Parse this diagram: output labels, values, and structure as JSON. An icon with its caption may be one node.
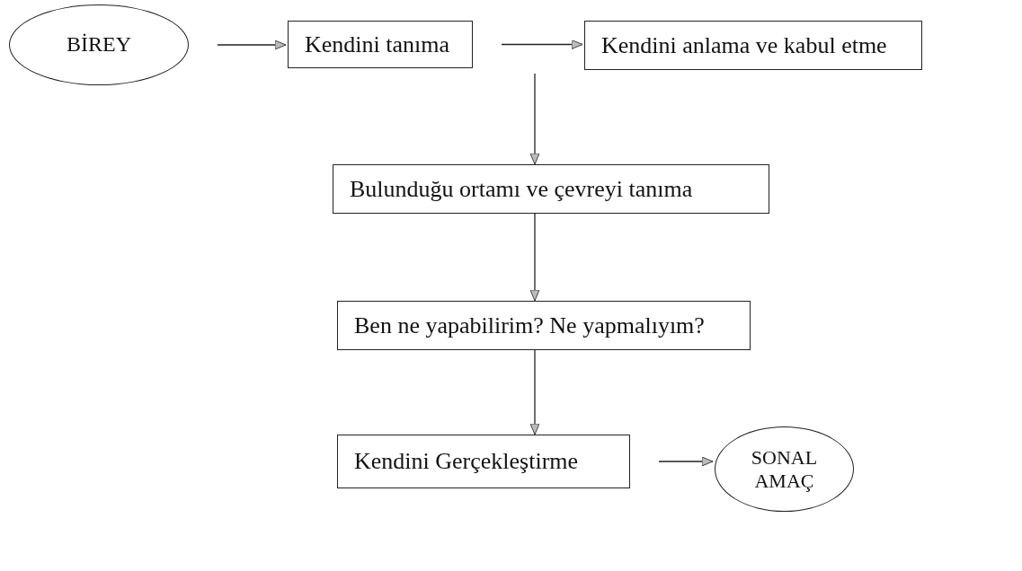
{
  "diagram": {
    "nodes": [
      {
        "text": [
          "BİREY"
        ]
      },
      {
        "text": [
          "Kendini tanıma"
        ]
      },
      {
        "text": [
          "Kendini anlama ve kabul etme"
        ]
      },
      {
        "text": [
          "Bulunduğu ortamı ve çevreyi tanıma"
        ]
      },
      {
        "text": [
          "Ben ne yapabilirim? Ne yapmalıyım?"
        ]
      },
      {
        "text": [
          "Kendini Gerçekleştirme"
        ]
      },
      {
        "text": [
          "SONAL AMAÇ"
        ]
      }
    ],
    "edges": [
      {
        "from": 0,
        "to": 1,
        "arrow": "to"
      },
      {
        "from": 1,
        "to": 2,
        "arrow": "to"
      },
      {
        "from": null,
        "to": 3,
        "arrow": "to"
      },
      {
        "from": 3,
        "to": 4,
        "arrow": "to"
      },
      {
        "from": 4,
        "to": 5,
        "arrow": "to"
      },
      {
        "from": 5,
        "to": 6,
        "arrow": "to"
      }
    ]
  }
}
